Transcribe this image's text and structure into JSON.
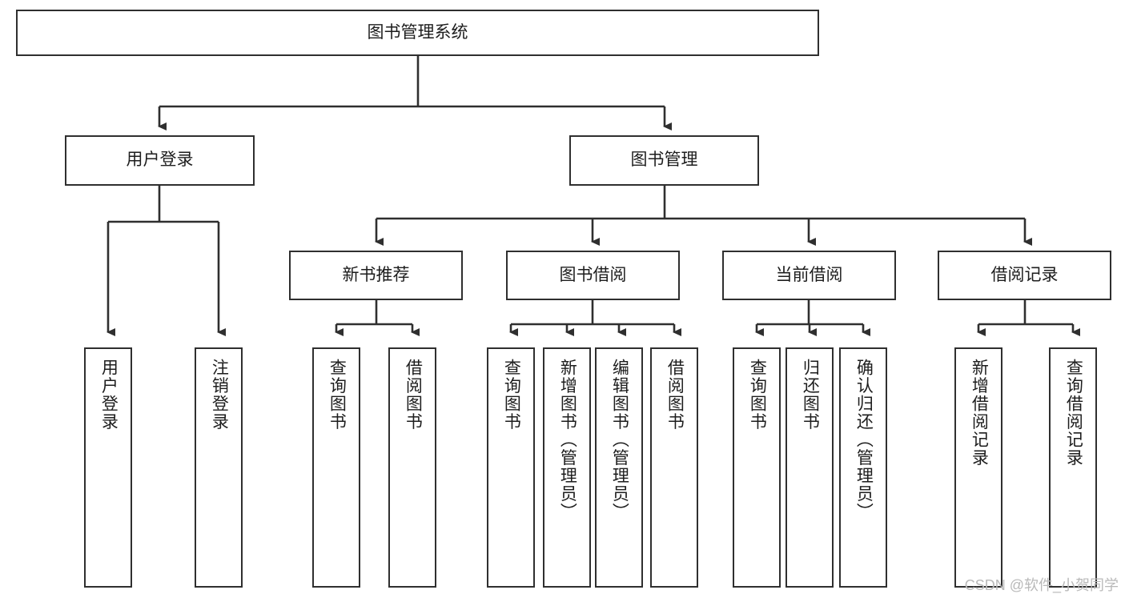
{
  "diagram": {
    "title": "图书管理系统",
    "type": "hierarchy-tree",
    "root": {
      "id": "root",
      "label": "图书管理系统"
    },
    "level2": [
      {
        "id": "user-login",
        "label": "用户登录"
      },
      {
        "id": "book-manage",
        "label": "图书管理"
      }
    ],
    "level3": [
      {
        "id": "new-book-rec",
        "label": "新书推荐",
        "parent": "book-manage"
      },
      {
        "id": "book-borrow",
        "label": "图书借阅",
        "parent": "book-manage"
      },
      {
        "id": "current-borrow",
        "label": "当前借阅",
        "parent": "book-manage"
      },
      {
        "id": "borrow-record",
        "label": "借阅记录",
        "parent": "book-manage"
      }
    ],
    "leaves": [
      {
        "id": "leaf-user-login",
        "label": "用户登录",
        "parent": "user-login"
      },
      {
        "id": "leaf-logout",
        "label": "注销登录",
        "parent": "user-login"
      },
      {
        "id": "leaf-query-book-1",
        "label": "查询图书",
        "parent": "new-book-rec"
      },
      {
        "id": "leaf-borrow-book-1",
        "label": "借阅图书",
        "parent": "new-book-rec"
      },
      {
        "id": "leaf-query-book-2",
        "label": "查询图书",
        "parent": "book-borrow"
      },
      {
        "id": "leaf-add-book",
        "label": "新增图书（管理员）",
        "parent": "book-borrow"
      },
      {
        "id": "leaf-edit-book",
        "label": "编辑图书（管理员）",
        "parent": "book-borrow"
      },
      {
        "id": "leaf-borrow-book-2",
        "label": "借阅图书",
        "parent": "book-borrow"
      },
      {
        "id": "leaf-query-book-3",
        "label": "查询图书",
        "parent": "current-borrow"
      },
      {
        "id": "leaf-return-book",
        "label": "归还图书",
        "parent": "current-borrow"
      },
      {
        "id": "leaf-confirm-return",
        "label": "确认归还（管理员）",
        "parent": "current-borrow"
      },
      {
        "id": "leaf-add-record",
        "label": "新增借阅记录",
        "parent": "borrow-record"
      },
      {
        "id": "leaf-query-record",
        "label": "查询借阅记录",
        "parent": "borrow-record"
      }
    ],
    "colors": {
      "stroke": "#2f2f2f",
      "fill": "#ffffff",
      "text": "#1d1d1d",
      "watermark": "#b9b9b9"
    }
  },
  "watermark": {
    "text": "CSDN @软件_小贺同学"
  }
}
